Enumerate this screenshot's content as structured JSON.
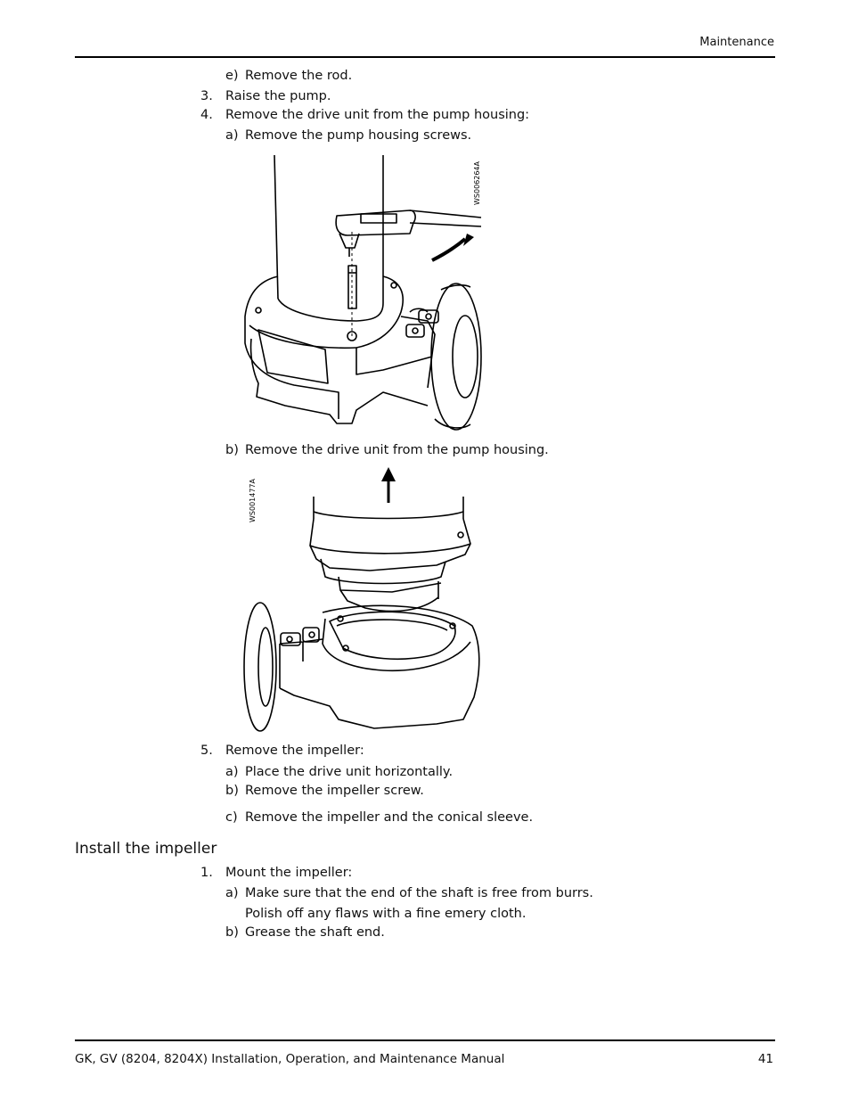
{
  "header": {
    "section": "Maintenance"
  },
  "steps": {
    "s4e": {
      "label": "e)",
      "text": "Remove the rod."
    },
    "s3": {
      "num": "3.",
      "text": "Raise the pump."
    },
    "s4": {
      "num": "4.",
      "text": "Remove the drive unit from the pump housing:"
    },
    "s4a": {
      "label": "a)",
      "text": "Remove the pump housing screws."
    },
    "s4b": {
      "label": "b)",
      "text": "Remove the drive unit from the pump housing."
    },
    "s5": {
      "num": "5.",
      "text": "Remove the impeller:"
    },
    "s5a": {
      "label": "a)",
      "text": "Place the drive unit horizontally."
    },
    "s5b": {
      "label": "b)",
      "text": "Remove the impeller screw."
    },
    "s5c": {
      "label": "c)",
      "text": "Remove the impeller and the conical sleeve."
    }
  },
  "figures": {
    "fig1_code": "WS006264A",
    "fig2_code": "WS001477A"
  },
  "install_section": {
    "heading": "Install the impeller",
    "s1": {
      "num": "1.",
      "text": "Mount the impeller:"
    },
    "s1a": {
      "label": "a)",
      "text": "Make sure that the end of the shaft is free from burrs."
    },
    "s1a_cont": "Polish off any flaws with a fine emery cloth.",
    "s1b": {
      "label": "b)",
      "text": "Grease the shaft end."
    }
  },
  "footer": {
    "title": "GK, GV (8204, 8204X) Installation, Operation, and Maintenance Manual",
    "page": "41"
  }
}
